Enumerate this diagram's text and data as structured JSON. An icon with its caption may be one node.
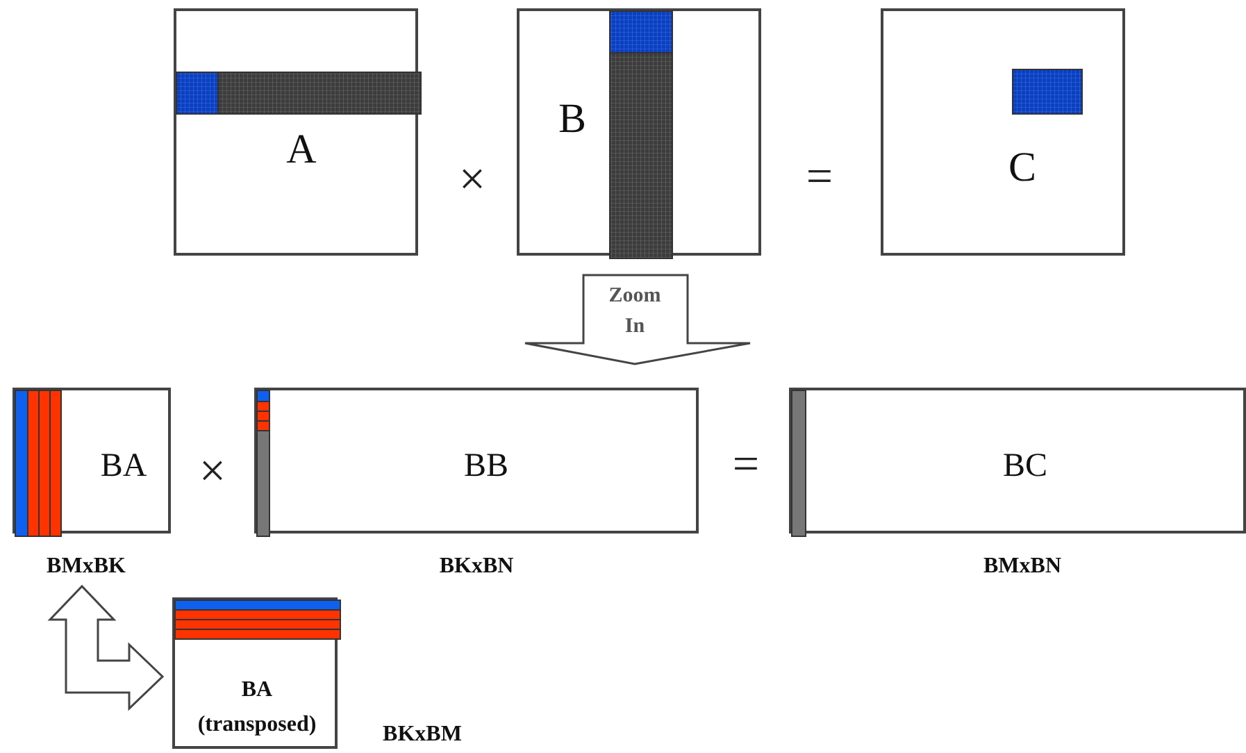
{
  "diagram": {
    "nodes": [
      {
        "text": [
          "A"
        ]
      },
      {
        "text": [
          "B"
        ]
      },
      {
        "text": [
          "C"
        ]
      },
      {
        "text": [
          "BA"
        ],
        "beside": [
          "BMxBK"
        ]
      },
      {
        "text": [
          "BB"
        ],
        "beside": [
          "BKxBN"
        ]
      },
      {
        "text": [
          "BC"
        ],
        "beside": [
          "BMxBN"
        ]
      },
      {
        "text": [
          "BA",
          "(transposed)"
        ],
        "beside": [
          "BKxBM"
        ]
      }
    ],
    "edges": [
      {
        "from": 3,
        "to": 6,
        "arrow": "both"
      },
      {
        "from": 1,
        "to": 4,
        "arrow": "to",
        "label": "Zoom In"
      }
    ],
    "labels": [
      "×",
      "=",
      "×",
      "="
    ]
  }
}
